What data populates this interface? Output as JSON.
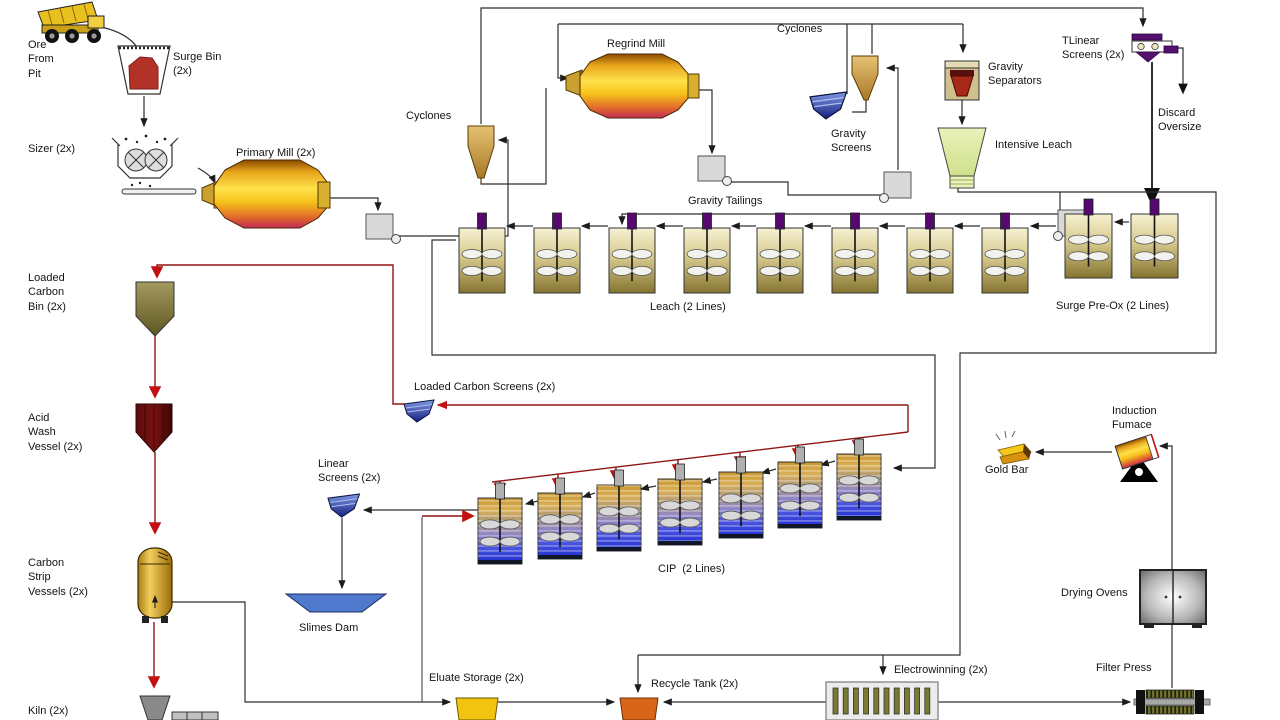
{
  "diagram": {
    "kind": "process-flow-diagram",
    "subject": "Gold ore processing plant flowsheet",
    "background": "#ffffff",
    "line_colors": {
      "process": "#2e2e2e",
      "carbon": "#8f1414"
    }
  },
  "labels": {
    "ore_from_pit": "Ore\nFrom\nPit",
    "surge_bin": "Surge Bin\n(2x)",
    "sizer": "Sizer (2x)",
    "primary_mill": "Primary Mill (2x)",
    "cyclones_primary": "Cyclones",
    "regrind_mill": "Regrind Mill",
    "cyclones_secondary": "Cyclones",
    "gravity_screens": "Gravity\nScreens",
    "gravity_separators": "Gravity\nSeparators",
    "intensive_leach": "Intensive Leach",
    "tlinear_screens": "TLinear\nScreens (2x)",
    "discard_oversize": "Discard\nOversize",
    "gravity_tailings": "Gravity Tailings",
    "leach": "Leach (2 Lines)",
    "surge_preox": "Surge Pre-Ox (2 Lines)",
    "loaded_carbon_bin": "Loaded\nCarbon\nBin (2x)",
    "loaded_carbon_screens": "Loaded Carbon Screens (2x)",
    "acid_wash": "Acid\nWash\nVessel (2x)",
    "linear_screens": "Linear\nScreens (2x)",
    "slimes_dam": "Slimes Dam",
    "carbon_strip": "Carbon\nStrip\nVessels (2x)",
    "cip": "CIP  (2 Lines)",
    "kiln": "Kiln (2x)",
    "eluate_storage": "Eluate Storage (2x)",
    "recycle_tank": "Recycle Tank (2x)",
    "electrowinning": "Electrowinning (2x)",
    "filter_press": "Filter Press",
    "drying_ovens": "Drying Ovens",
    "induction_furnace": "Induction\nFumace",
    "gold_bar": "Gold Bar"
  },
  "equipment_counts": {
    "leach_tanks": 8,
    "surge_preox_tanks": 2,
    "cip_tanks": 7,
    "electrowinning_electrodes": 10
  }
}
